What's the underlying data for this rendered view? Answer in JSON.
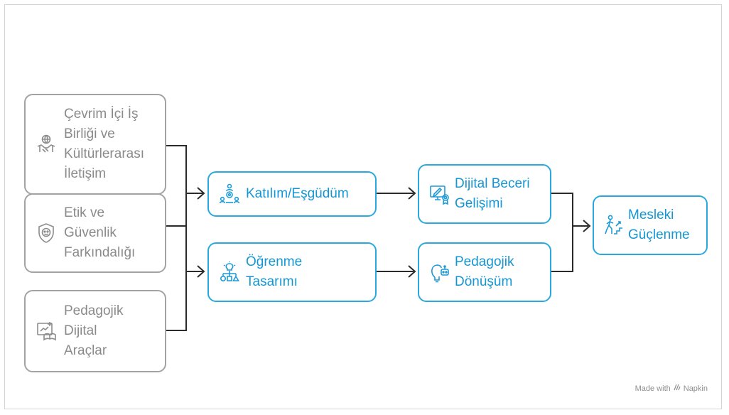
{
  "diagram": {
    "inputs": [
      {
        "id": "online-collab",
        "label": "Çevrim İçi İş\nBirliği ve\nKültürlerarası\nİletişim",
        "icon": "handshake-globe-icon"
      },
      {
        "id": "ethics-security",
        "label": "Etik ve\nGüvenlik\nFarkındalığı",
        "icon": "shield-icon"
      },
      {
        "id": "pedagogical-tools",
        "label": "Pedagojik\nDijital\nAraçlar",
        "icon": "board-book-icon"
      }
    ],
    "middle": [
      {
        "id": "participation",
        "label": "Katılım/Eşgüdüm",
        "icon": "team-gear-icon"
      },
      {
        "id": "learning-design",
        "label": "Öğrenme\nTasarımı",
        "icon": "shapes-bulb-icon"
      }
    ],
    "third": [
      {
        "id": "digital-skills",
        "label": "Dijital Beceri\nGelişimi",
        "icon": "monitor-certificate-icon"
      },
      {
        "id": "pedagogical-transform",
        "label": "Pedagojik\nDönüşüm",
        "icon": "bulb-robot-icon"
      }
    ],
    "output": {
      "id": "professional-empowerment",
      "label": "Mesleki\nGüçlenme",
      "icon": "person-stairs-icon"
    }
  },
  "colors": {
    "gray": "#a3a3a3",
    "blue": "#29a8df",
    "wire": "#2b2b2b"
  },
  "footer": {
    "made_with": "Made with",
    "brand": "Napkin"
  }
}
